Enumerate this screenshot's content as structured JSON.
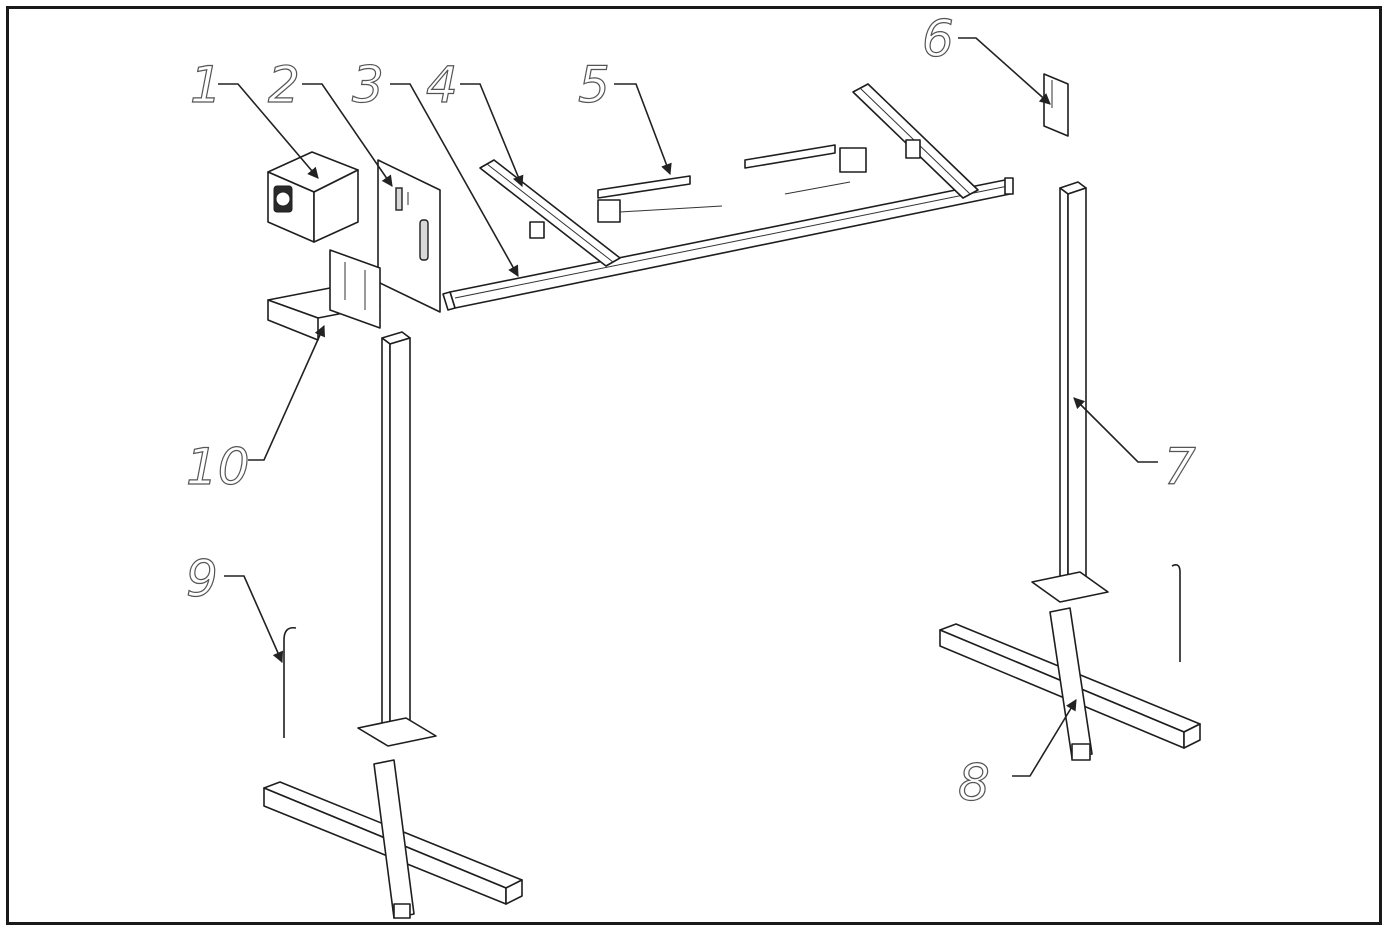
{
  "callouts": [
    "1",
    "2",
    "3",
    "4",
    "5",
    "6",
    "7",
    "8",
    "9",
    "10"
  ],
  "colors": {
    "line": "#1e1e1e",
    "frame": "#1a1a1a",
    "background": "#ffffff"
  }
}
